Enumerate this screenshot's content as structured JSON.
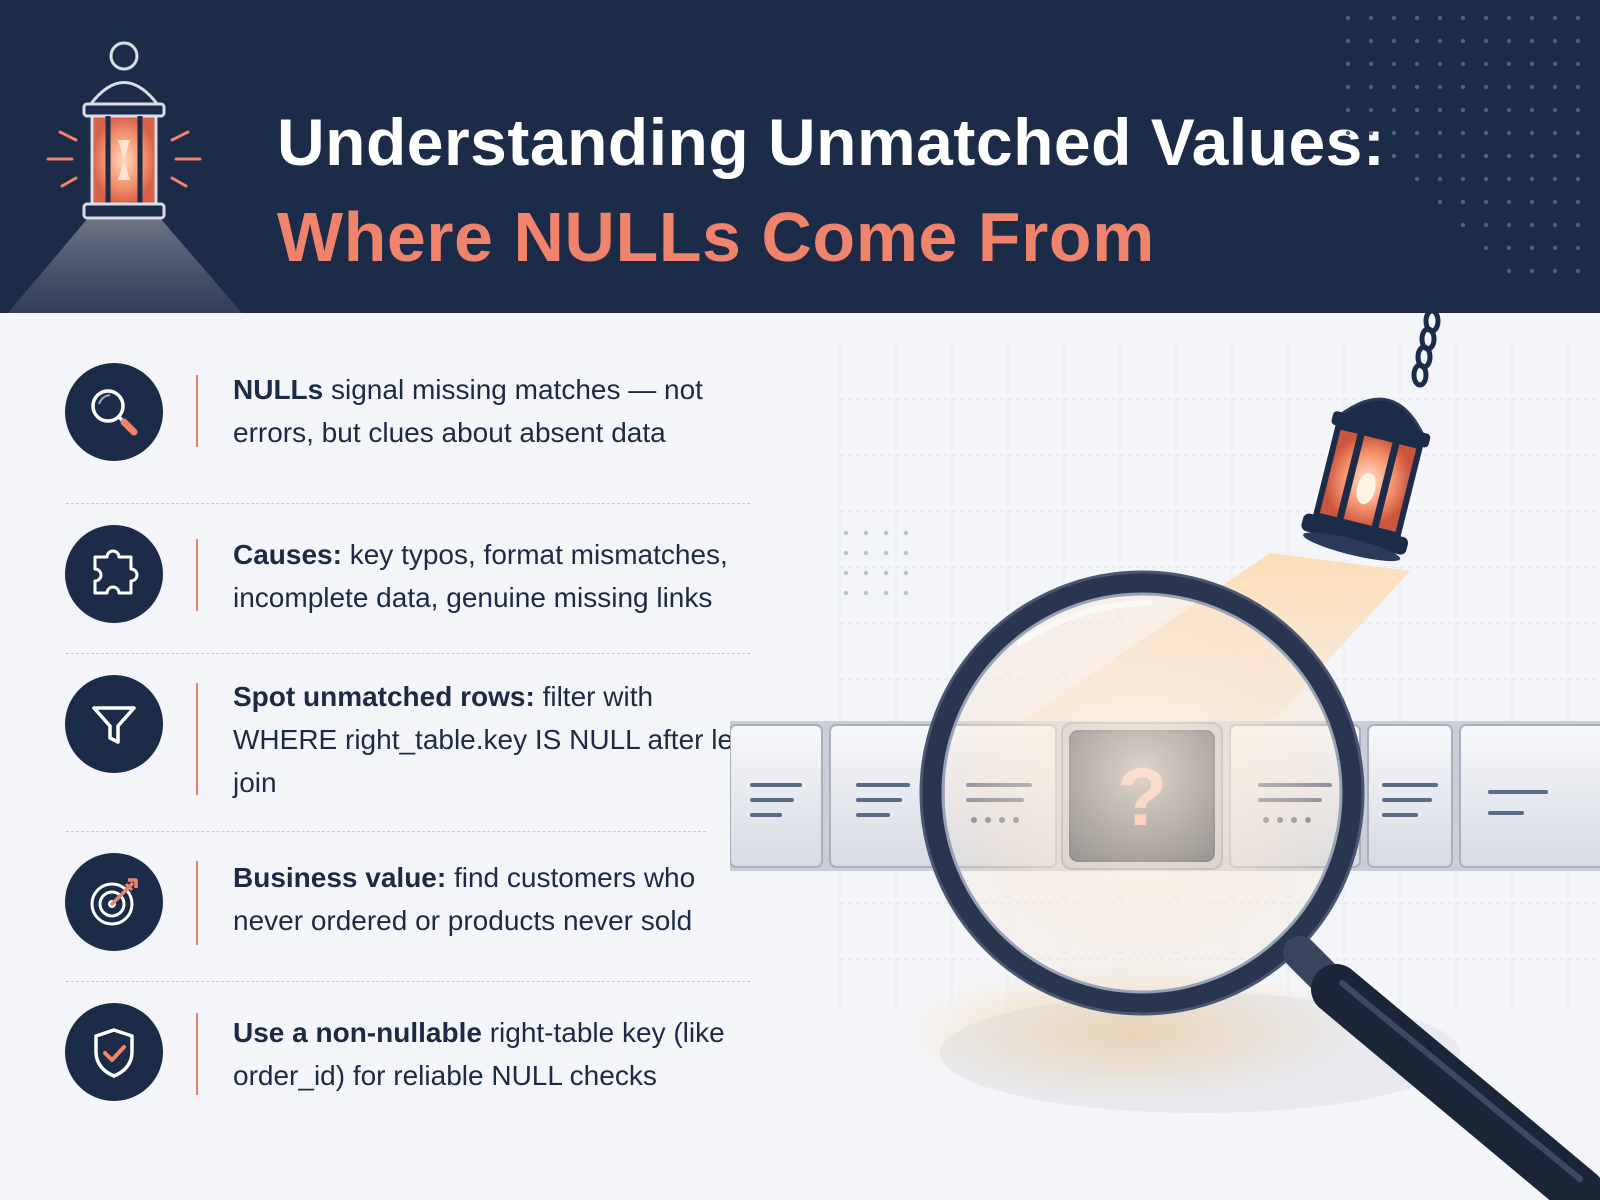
{
  "header": {
    "title_line1": "Understanding Unmatched Values:",
    "title_line2": "Where NULLs Come From"
  },
  "items": [
    {
      "icon": "magnifier-icon",
      "bold": "NULLs",
      "text": " signal missing matches — not errors, but clues about absent data"
    },
    {
      "icon": "puzzle-icon",
      "bold": "Causes:",
      "text": " key typos, format mismatches, incomplete data, genuine missing links"
    },
    {
      "icon": "funnel-icon",
      "bold": "Spot unmatched rows:",
      "text": " filter with WHERE right_table.key IS NULL after left join"
    },
    {
      "icon": "target-icon",
      "bold": "Business value:",
      "text": " find customers who never ordered or products never sold"
    },
    {
      "icon": "shield-check-icon",
      "bold": "Use a non-nullable",
      "text": " right-table key (like order_id) for reliable NULL checks"
    }
  ],
  "illustration": {
    "missing_cell_symbol": "?"
  },
  "colors": {
    "navy": "#1b2b48",
    "accent": "#f0836b",
    "background": "#f4f5f8"
  }
}
